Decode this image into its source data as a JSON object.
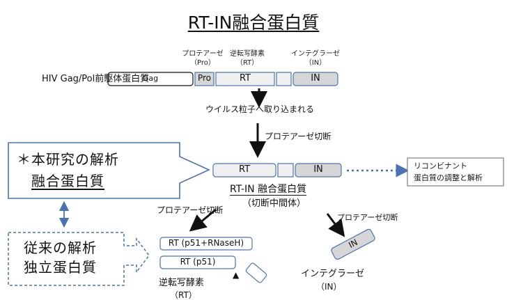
{
  "title": "RT-IN融合蛋白質",
  "precursor": {
    "label": "HIV Gag/Pol前駆体蛋白質",
    "protease_header": "プロテアーゼ",
    "protease_abbr": "（Pro）",
    "rt_header": "逆転写酵素",
    "rt_abbr": "（RT）",
    "in_header": "インテグラーゼ",
    "in_abbr": "（IN）",
    "seg_gag": "Gag",
    "seg_pro": "Pro",
    "seg_rt": "RT",
    "seg_in": "IN"
  },
  "step1": "ウイルス粒子へ取り込まれる",
  "step2": "プロテアーゼ切断",
  "fusion": {
    "seg_rt": "RT",
    "seg_in": "IN",
    "name": "RT-IN 融合蛋白質",
    "sub": "（切断中間体）"
  },
  "this_study": {
    "line1": "＊本研究の解析",
    "line2": "融合蛋白質"
  },
  "recombinant": {
    "line1": "リコンビナント",
    "line2": "蛋白質の調整と解析"
  },
  "cleave_left": "プロテアーゼ切断",
  "cleave_right": "プロテアーゼ切断",
  "conventional": {
    "line1": "従来の解析",
    "line2": "独立蛋白質"
  },
  "rt_products": {
    "p66": "RT (p51+RNaseH)",
    "p51": "RT (p51)",
    "marker": "▲",
    "name": "逆転写酵素",
    "abbr": "（RT）"
  },
  "in_product": {
    "seg": "IN",
    "name": "インテグラーゼ",
    "abbr": "（IN）"
  },
  "colors": {
    "accent_blue": "#4a73b5",
    "segment_gray": "#d6d6d6",
    "segment_light": "#f0f0f0"
  }
}
